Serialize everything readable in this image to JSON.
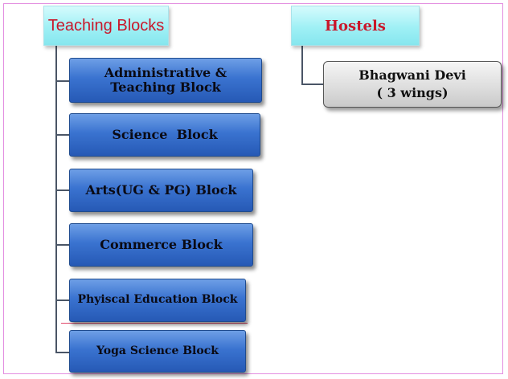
{
  "teaching": {
    "title": "Teaching Blocks",
    "blocks": [
      {
        "line1": "Administrative &",
        "line2": "Teaching Block"
      },
      {
        "line1": "Science  Block",
        "line2": ""
      },
      {
        "line1": "Arts(UG & PG) Block",
        "line2": ""
      },
      {
        "line1": "Commerce Block",
        "line2": ""
      },
      {
        "line1": "Phyiscal Education Block",
        "line2": ""
      },
      {
        "line1": "Yoga Science Block",
        "line2": ""
      }
    ]
  },
  "hostels": {
    "title": "Hostels",
    "items": [
      {
        "line1": "Bhagwani Devi",
        "line2": "( 3 wings)"
      }
    ]
  },
  "colors": {
    "heading_text": "#c9172a",
    "heading_fill": "#9ff0f5",
    "block_fill": "#3a73d0",
    "hostel_fill": "#dcdcdc",
    "frame_border": "#e38ee0"
  }
}
